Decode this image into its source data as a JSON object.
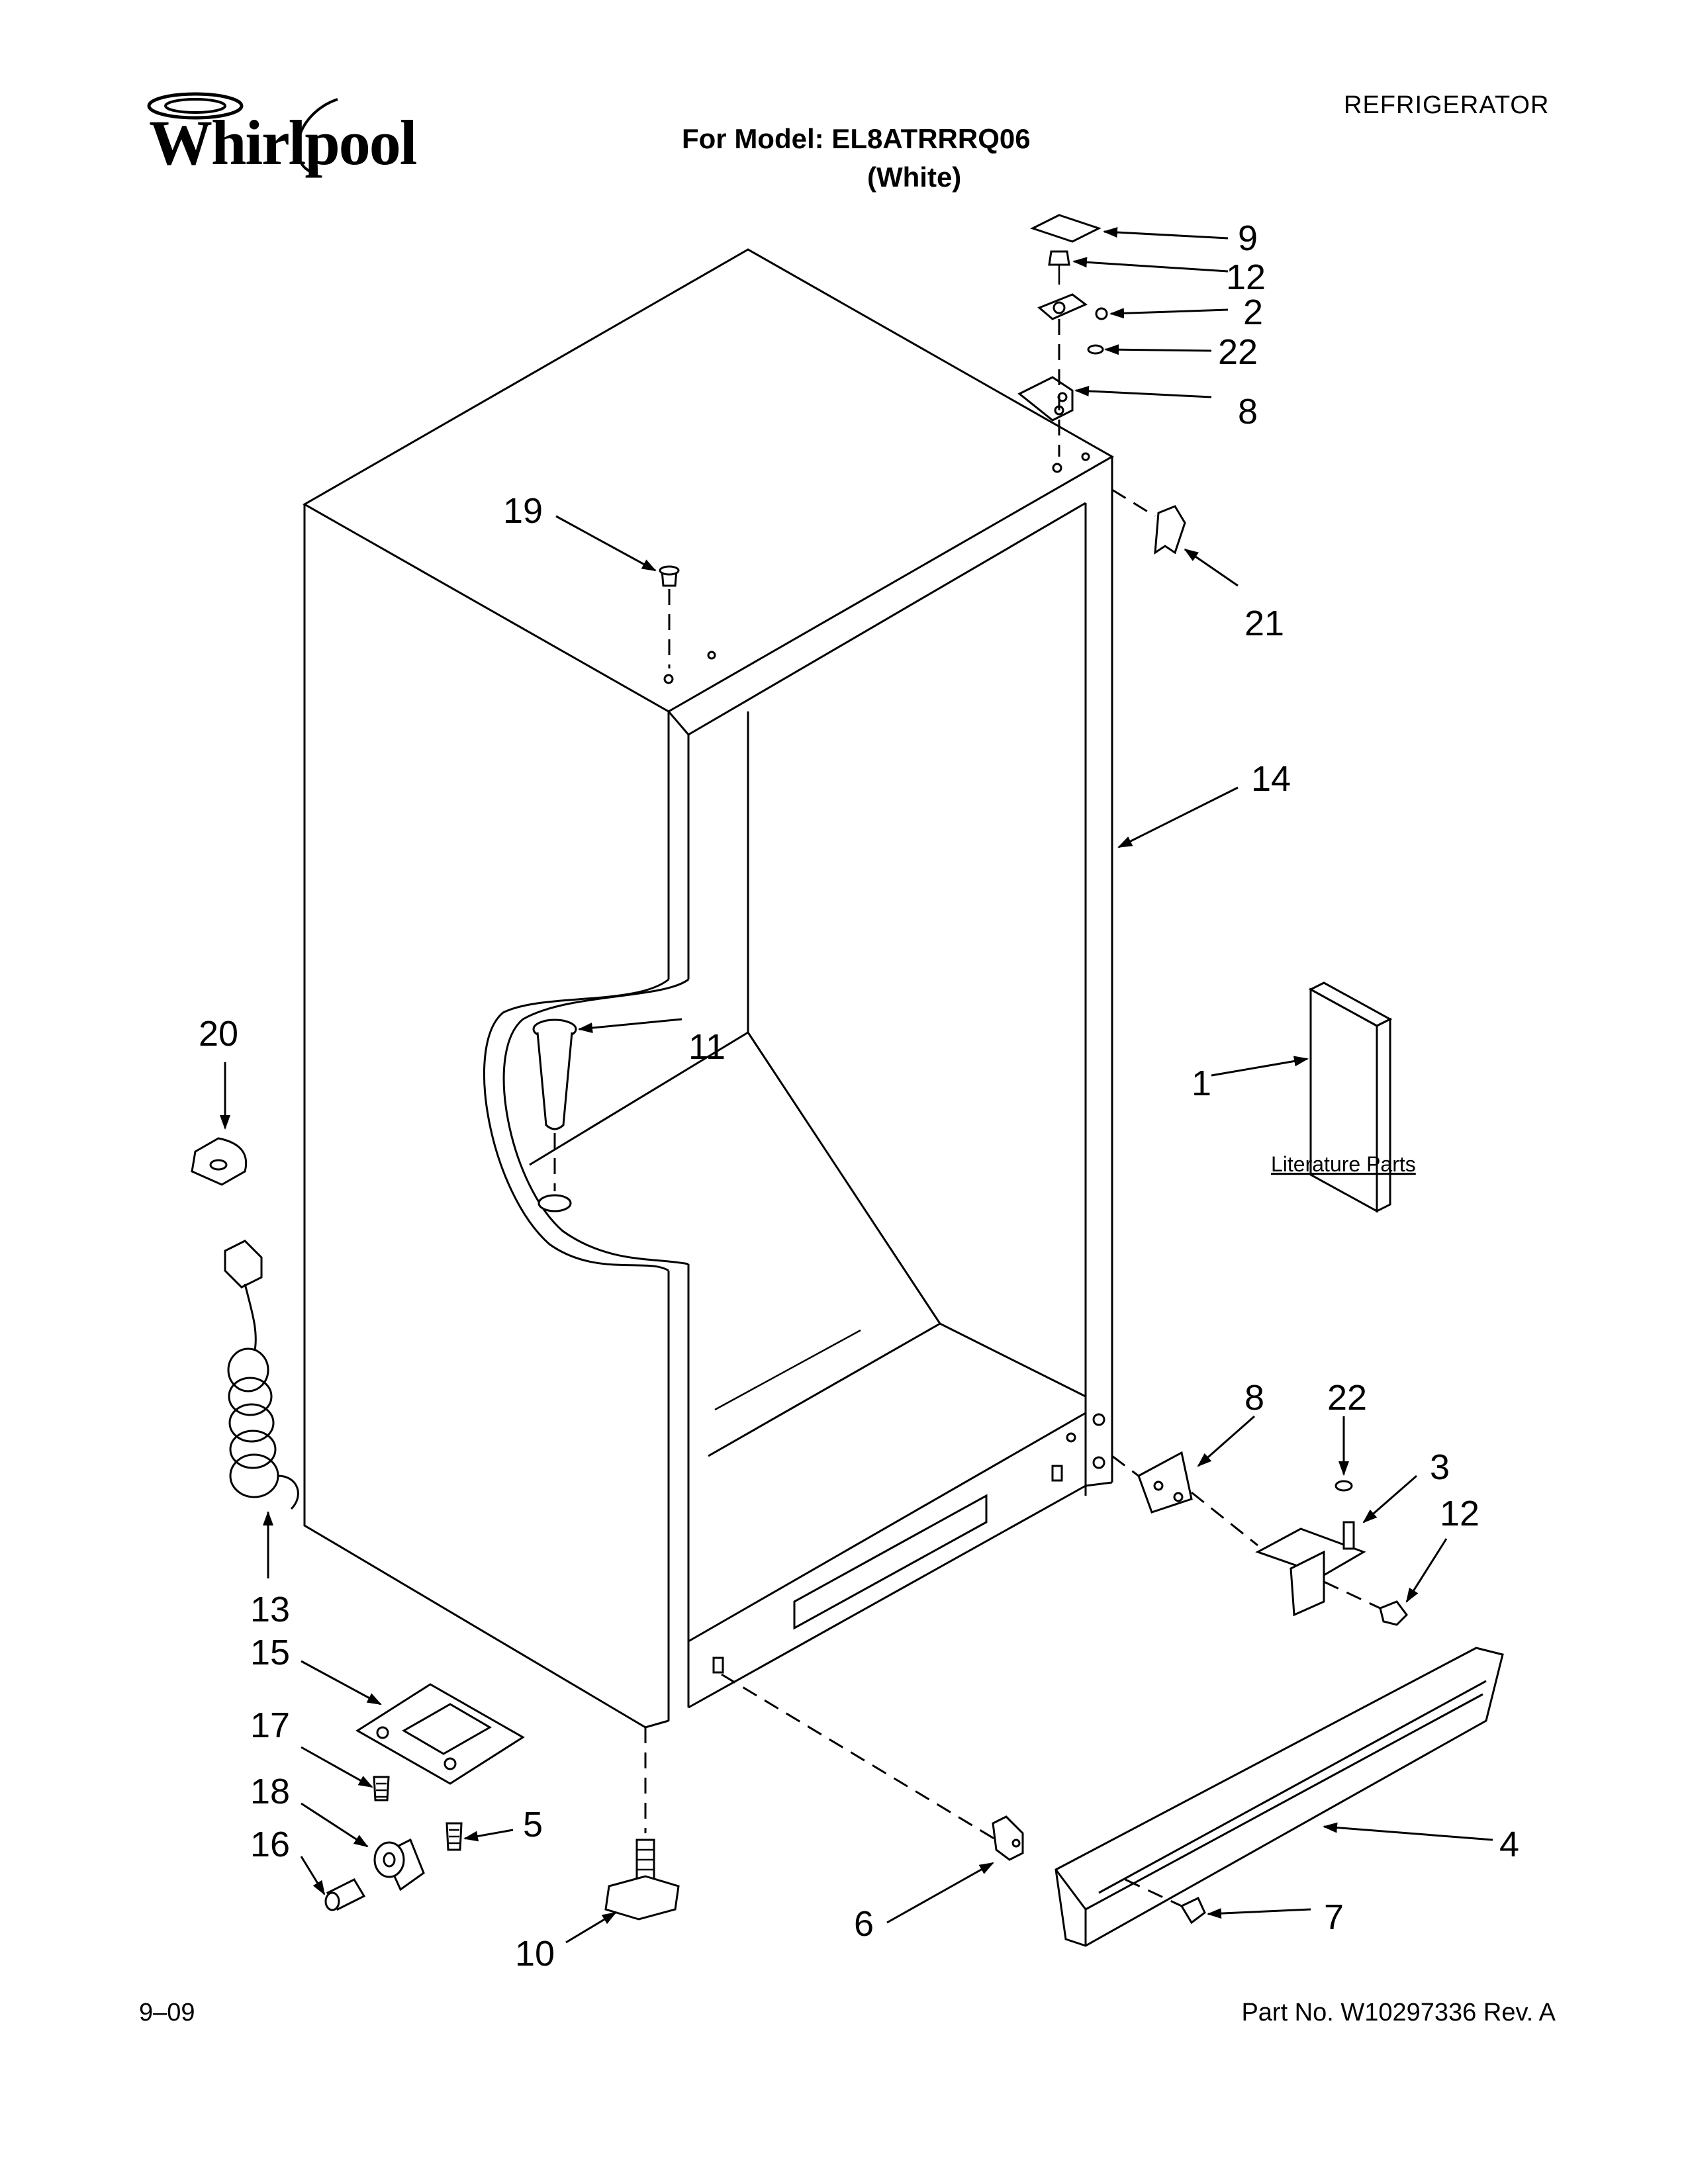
{
  "header": {
    "brand": "Whirlpool",
    "category": "REFRIGERATOR",
    "model_line": "For Model: EL8ATRRRQ06",
    "color_line": "(White)"
  },
  "footer": {
    "date": "9–09",
    "part_number": "Part No. W10297336 Rev. A"
  },
  "diagram": {
    "literature_label": "Literature Parts",
    "callouts": [
      "9",
      "12",
      "2",
      "22",
      "8",
      "19",
      "21",
      "14",
      "20",
      "11",
      "1",
      "8",
      "22",
      "3",
      "12",
      "13",
      "15",
      "17",
      "5",
      "18",
      "16",
      "4",
      "10",
      "6",
      "7"
    ]
  }
}
